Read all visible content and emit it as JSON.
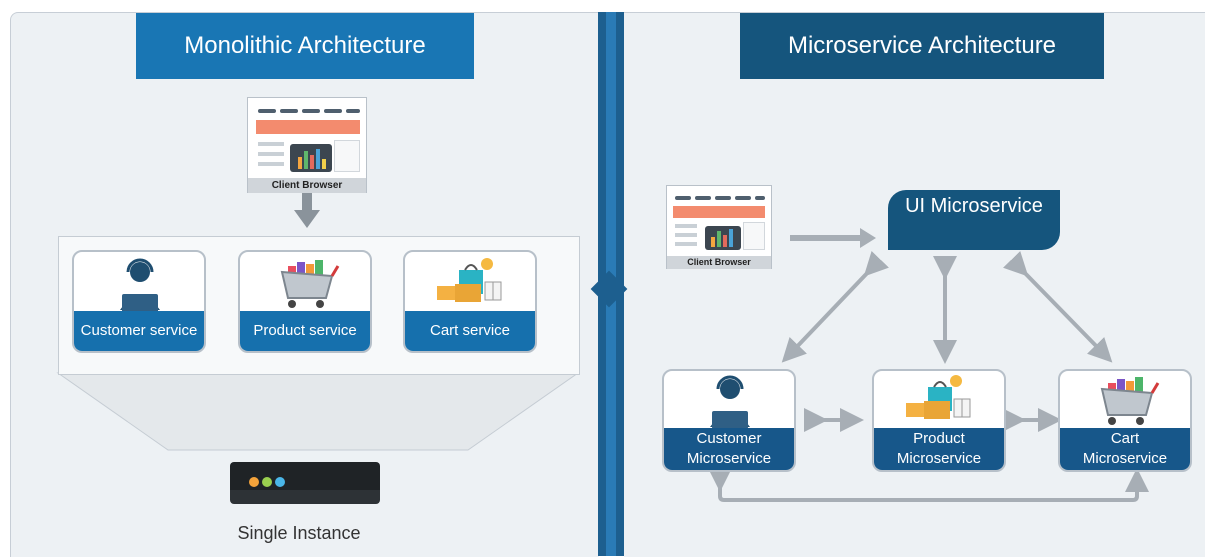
{
  "colors": {
    "panel_bg": "#edf1f4",
    "mono_title_bg": "#1976b4",
    "micro_title_bg": "#15557d",
    "card_label_bg": "#1670ad",
    "divider": "#1d5f8f",
    "arrow": "#a7aeb5"
  },
  "monolithic": {
    "title": "Monolithic Architecture",
    "client_label": "Client Browser",
    "services": [
      {
        "label": "Customer service",
        "icon": "support-agent-icon"
      },
      {
        "label": "Product service",
        "icon": "shopping-cart-icon"
      },
      {
        "label": "Cart service",
        "icon": "shopping-bags-icon"
      }
    ],
    "instance_label": "Single Instance",
    "instance_icon": "server-icon"
  },
  "microservice": {
    "title": "Microservice Architecture",
    "client_label": "Client Browser",
    "ui_box_label": "UI Microservice",
    "services": [
      {
        "label": "Customer Microservice",
        "icon": "support-agent-icon"
      },
      {
        "label": "Product Microservice",
        "icon": "shopping-bags-icon"
      },
      {
        "label": "Cart Microservice",
        "icon": "shopping-cart-icon"
      }
    ]
  }
}
